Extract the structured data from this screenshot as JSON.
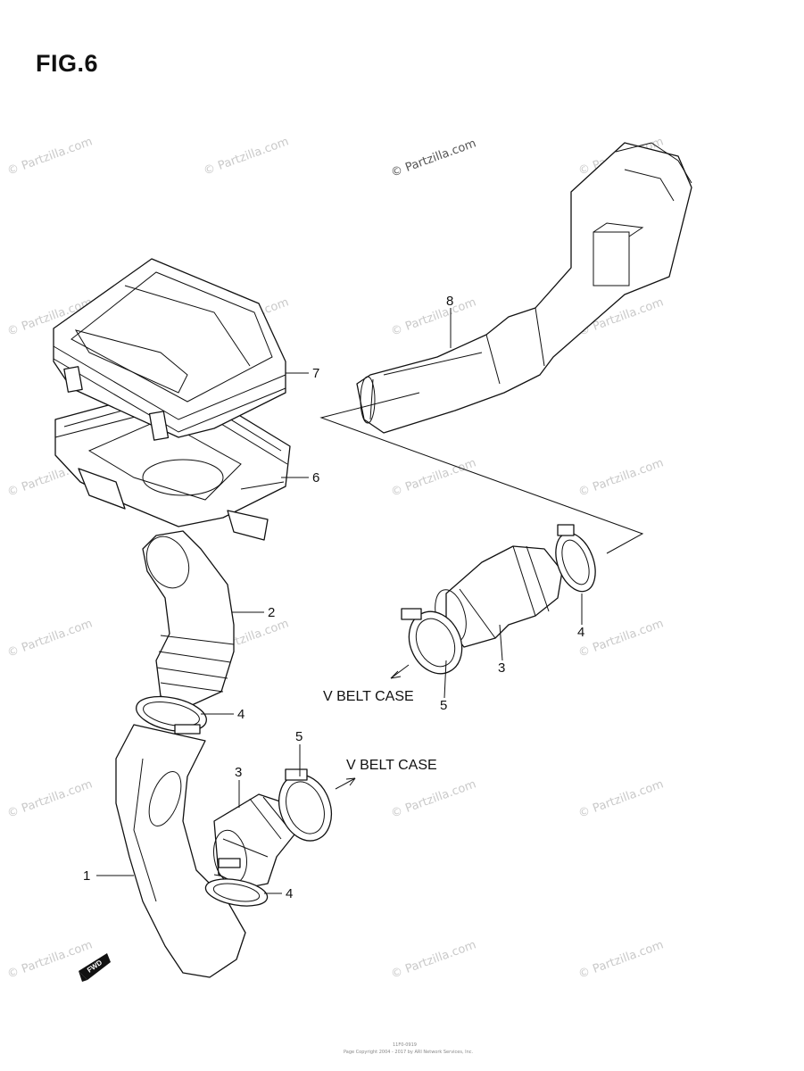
{
  "figure": {
    "title": "FIG.6"
  },
  "watermark": {
    "text": "© Partzilla.com"
  },
  "callouts": {
    "c1": "1",
    "c2": "2",
    "c3a": "3",
    "c3b": "3",
    "c4a": "4",
    "c4b": "4",
    "c4c": "4",
    "c5a": "5",
    "c5b": "5",
    "c6": "6",
    "c7": "7",
    "c8": "8"
  },
  "destinations": {
    "v_belt_case_left": "V BELT CASE",
    "v_belt_case_right": "V BELT CASE"
  },
  "fwd_label": "FWD",
  "footer": {
    "code": "11F0-0919",
    "copyright": "Page Copyright 2004 - 2017 by ARI Network Services, Inc."
  }
}
